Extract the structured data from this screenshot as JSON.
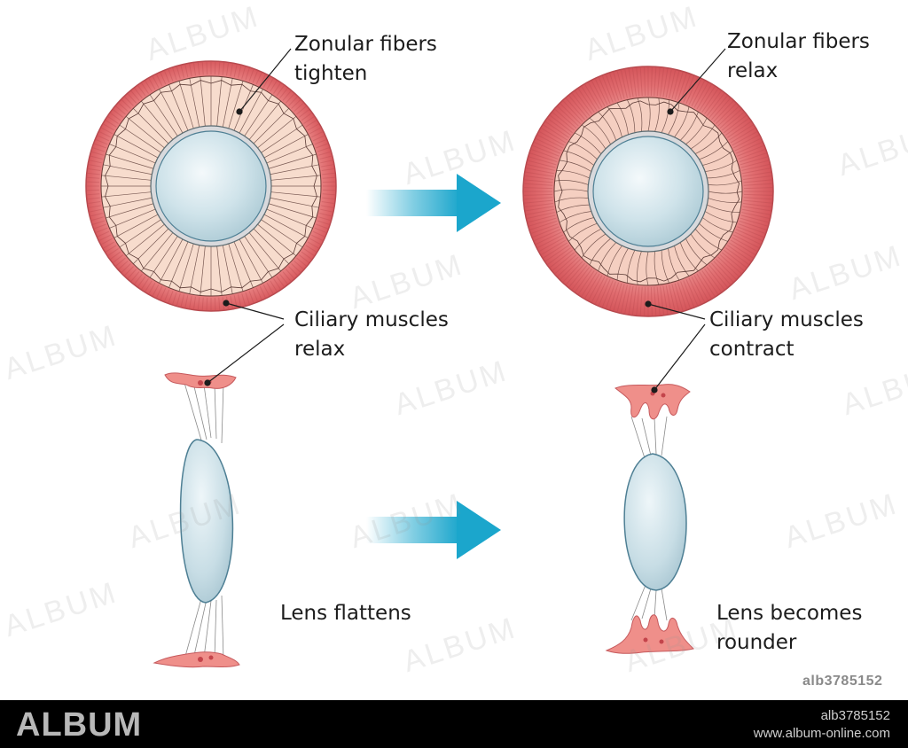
{
  "labels": {
    "zonular_tighten": [
      "Zonular fibers",
      "tighten"
    ],
    "zonular_relax": [
      "Zonular fibers",
      "relax"
    ],
    "ciliary_relax": [
      "Ciliary muscles",
      "relax"
    ],
    "ciliary_contract": [
      "Ciliary muscles",
      "contract"
    ],
    "lens_flattens": "Lens flattens",
    "lens_rounder": [
      "Lens becomes",
      "rounder"
    ]
  },
  "image_code": "alb3785152",
  "footer": {
    "brand": "ALBUM",
    "code": "alb3785152",
    "site": "www.album-online.com"
  },
  "watermark": "ALBUM",
  "colors": {
    "muscle": "#d9585b",
    "muscle_light": "#f2a9a5",
    "zonule_band": "#f6d4c4",
    "lens": "#cfe3ea",
    "lens_edge": "#4e7f94",
    "arrow": "#1ba6cc"
  }
}
